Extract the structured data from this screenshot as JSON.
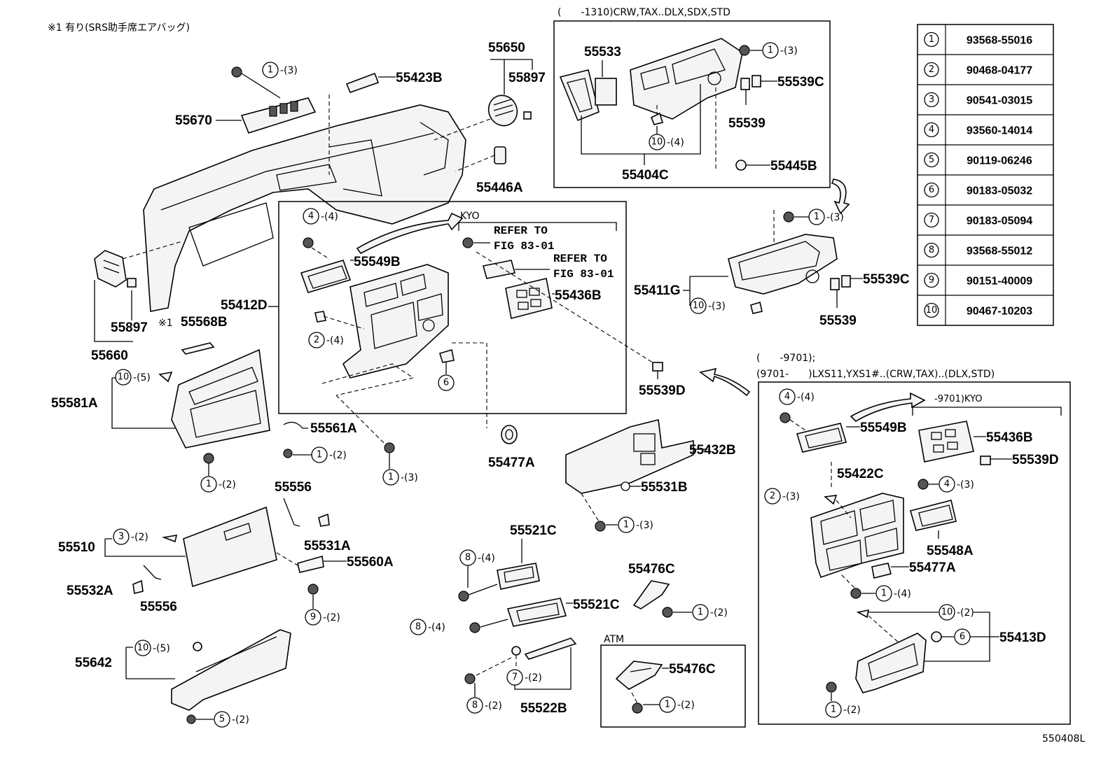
{
  "note": "※1 有り(SRS助手席エアバッグ)",
  "note_mark": "※1",
  "diagram_id": "550408L",
  "boxes": {
    "top_right": "(　　-1310)CRW,TAX..DLX,SDX,STD",
    "kyo": "KYO",
    "atm": "ATM",
    "bottom_right_line1": "(　　-9701);",
    "bottom_right_line2": "(9701-　　)LXS11,YXS1#..(CRW,TAX)..(DLX,STD)",
    "bottom_right_kyo": "(　　-9701)KYO"
  },
  "refer_to": "REFER TO",
  "refer_fig": "FIG 83-01",
  "labels": {
    "p55650": "55650",
    "p55897a": "55897",
    "p55423B": "55423B",
    "p55670": "55670",
    "p55446A": "55446A",
    "p55897b": "55897",
    "p55660": "55660",
    "p55568B": "55568B",
    "p55412D": "55412D",
    "p55549B": "55549B",
    "p55436B": "55436B",
    "p55539D": "55539D",
    "p55581A": "55581A",
    "p55561A": "55561A",
    "p55477A": "55477A",
    "p55556a": "55556",
    "p55510": "55510",
    "p55531A": "55531A",
    "p55560A": "55560A",
    "p55532A": "55532A",
    "p55556b": "55556",
    "p55642": "55642",
    "p55521Ca": "55521C",
    "p55521Cb": "55521C",
    "p55522B": "55522B",
    "p55476Ca": "55476C",
    "p55476Cb": "55476C",
    "p55432B": "55432B",
    "p55531B": "55531B",
    "p55533": "55533",
    "p55539Ca": "55539C",
    "p55539a": "55539",
    "p55404C": "55404C",
    "p55445B": "55445B",
    "p55411G": "55411G",
    "p55539Cb": "55539C",
    "p55539b": "55539",
    "p55549B2": "55549B",
    "p55436B2": "55436B",
    "p55539D2": "55539D",
    "p55422C": "55422C",
    "p55548A": "55548A",
    "p55477A2": "55477A",
    "p55413D": "55413D"
  },
  "qty": {
    "q2": "-(2)",
    "q3": "-(3)",
    "q4": "-(4)",
    "q5": "-(5)"
  },
  "parts_table": [
    {
      "num": "1",
      "part": "93568-55016"
    },
    {
      "num": "2",
      "part": "90468-04177"
    },
    {
      "num": "3",
      "part": "90541-03015"
    },
    {
      "num": "4",
      "part": "93560-14014"
    },
    {
      "num": "5",
      "part": "90119-06246"
    },
    {
      "num": "6",
      "part": "90183-05032"
    },
    {
      "num": "7",
      "part": "90183-05094"
    },
    {
      "num": "8",
      "part": "93568-55012"
    },
    {
      "num": "9",
      "part": "90151-40009"
    },
    {
      "num": "10",
      "part": "90467-10203"
    }
  ]
}
